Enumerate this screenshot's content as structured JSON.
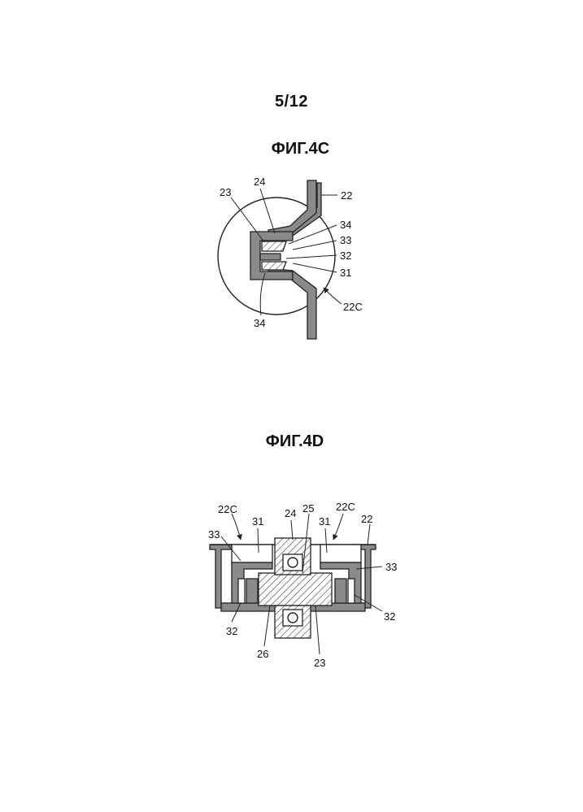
{
  "page": {
    "sheet_number": "5/12"
  },
  "figure_4c": {
    "title": "ФИГ.4С",
    "labels": {
      "l23": "23",
      "l24": "24",
      "l22": "22",
      "l34_top": "34",
      "l33": "33",
      "l32": "32",
      "l31": "31",
      "l22c": "22C",
      "l34_bottom": "34"
    }
  },
  "figure_4d": {
    "title": "ФИГ.4D",
    "labels": {
      "l22c_left": "22C",
      "l31_left": "31",
      "l24": "24",
      "l25": "25",
      "l31_right": "31",
      "l22c_right": "22C",
      "l22": "22",
      "l33_left": "33",
      "l33_right": "33",
      "l32_left": "32",
      "l32_right": "32",
      "l26": "26",
      "l23": "23"
    }
  }
}
